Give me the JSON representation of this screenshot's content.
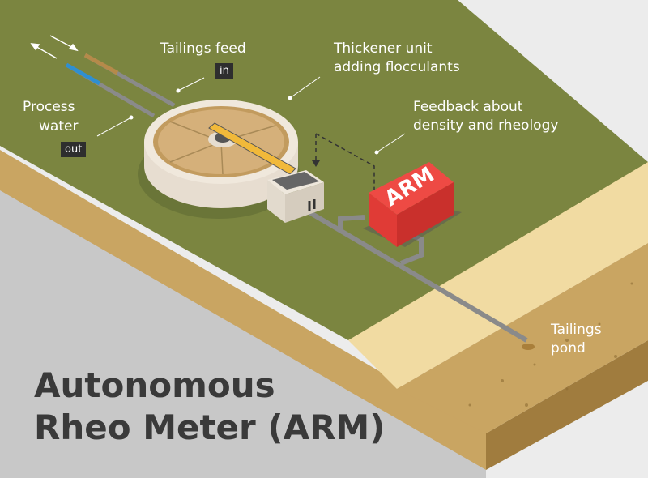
{
  "title": {
    "line1": "Autonomous",
    "line2": "Rheo Meter (ARM)"
  },
  "labels": {
    "tailings_feed": "Tailings feed",
    "in_tag": "in",
    "thickener_line1": "Thickener unit",
    "thickener_line2": "adding flocculants",
    "process_line1": "Process",
    "process_line2": "water",
    "out_tag": "out",
    "feedback_line1": "Feedback about",
    "feedback_line2": "density and rheology",
    "pond_line1": "Tailings",
    "pond_line2": "pond"
  },
  "arm_logo": "ARM",
  "colors": {
    "grass": "#7b8540",
    "sand": "#f1dba2",
    "pond": "#c9a562",
    "arm_red": "#e03b36",
    "background": "#ececec"
  }
}
